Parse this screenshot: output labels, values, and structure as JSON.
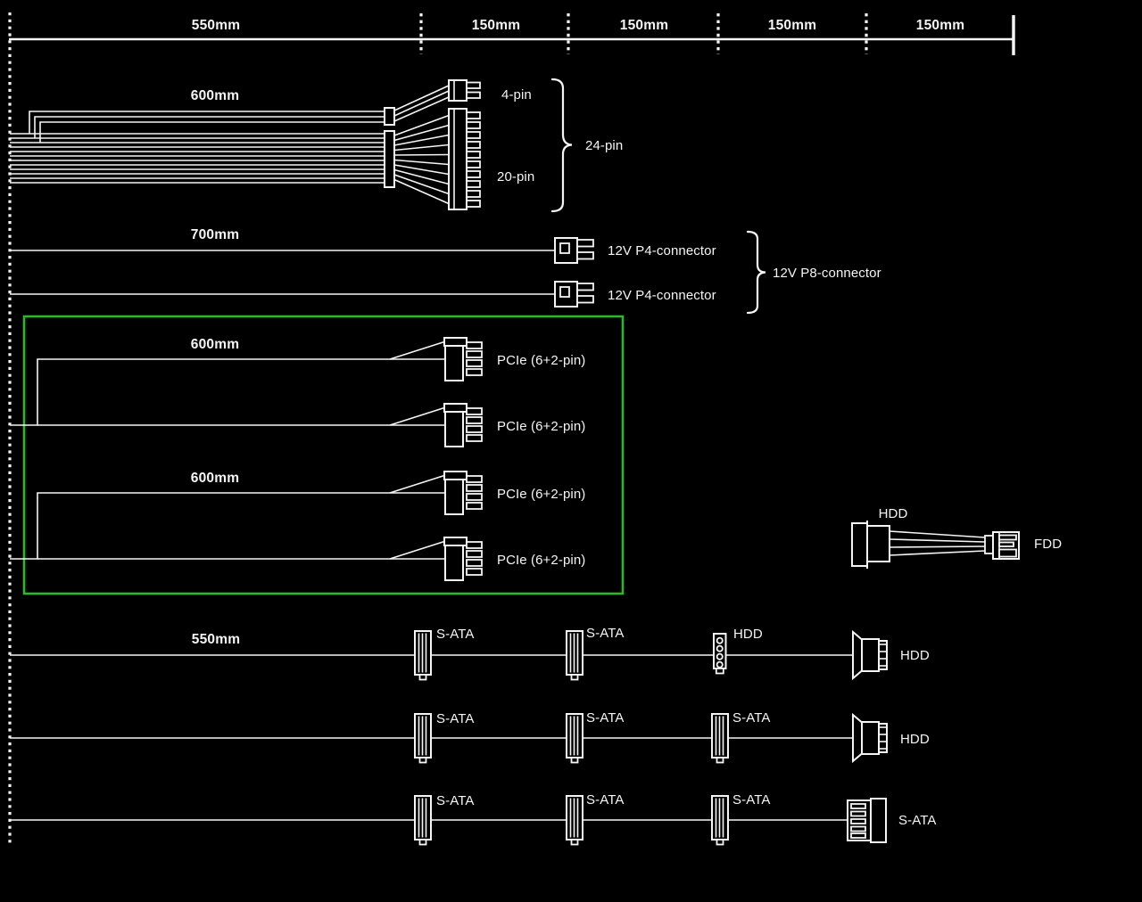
{
  "colors": {
    "background": "#000000",
    "line": "#f5f5f5",
    "text": "#f5f5f5",
    "highlight_box": "#2cb82c"
  },
  "ruler": {
    "labels": [
      "550mm",
      "150mm",
      "150mm",
      "150mm",
      "150mm"
    ]
  },
  "atx_cable": {
    "length": "600mm",
    "branch_top": "4-pin",
    "branch_bottom": "20-pin",
    "combined": "24-pin"
  },
  "cpu_cable": {
    "length": "700mm",
    "connector_top": "12V P4-connector",
    "connector_bottom": "12V P4-connector",
    "combined": "12V P8-connector"
  },
  "pcie_cables": {
    "cable_a_length": "600mm",
    "cable_b_length": "600mm",
    "connector_1": "PCIe (6+2-pin)",
    "connector_2": "PCIe (6+2-pin)",
    "connector_3": "PCIe (6+2-pin)",
    "connector_4": "PCIe (6+2-pin)"
  },
  "hdd_fdd_adapter": {
    "source": "HDD",
    "target": "FDD"
  },
  "peripheral_cable_1": {
    "length": "550mm",
    "connector_1": "S-ATA",
    "connector_2": "S-ATA",
    "connector_3": "HDD",
    "connector_end": "HDD"
  },
  "peripheral_cable_2": {
    "connector_1": "S-ATA",
    "connector_2": "S-ATA",
    "connector_3": "S-ATA",
    "connector_end": "HDD"
  },
  "peripheral_cable_3": {
    "connector_1": "S-ATA",
    "connector_2": "S-ATA",
    "connector_3": "S-ATA",
    "connector_end": "S-ATA"
  }
}
